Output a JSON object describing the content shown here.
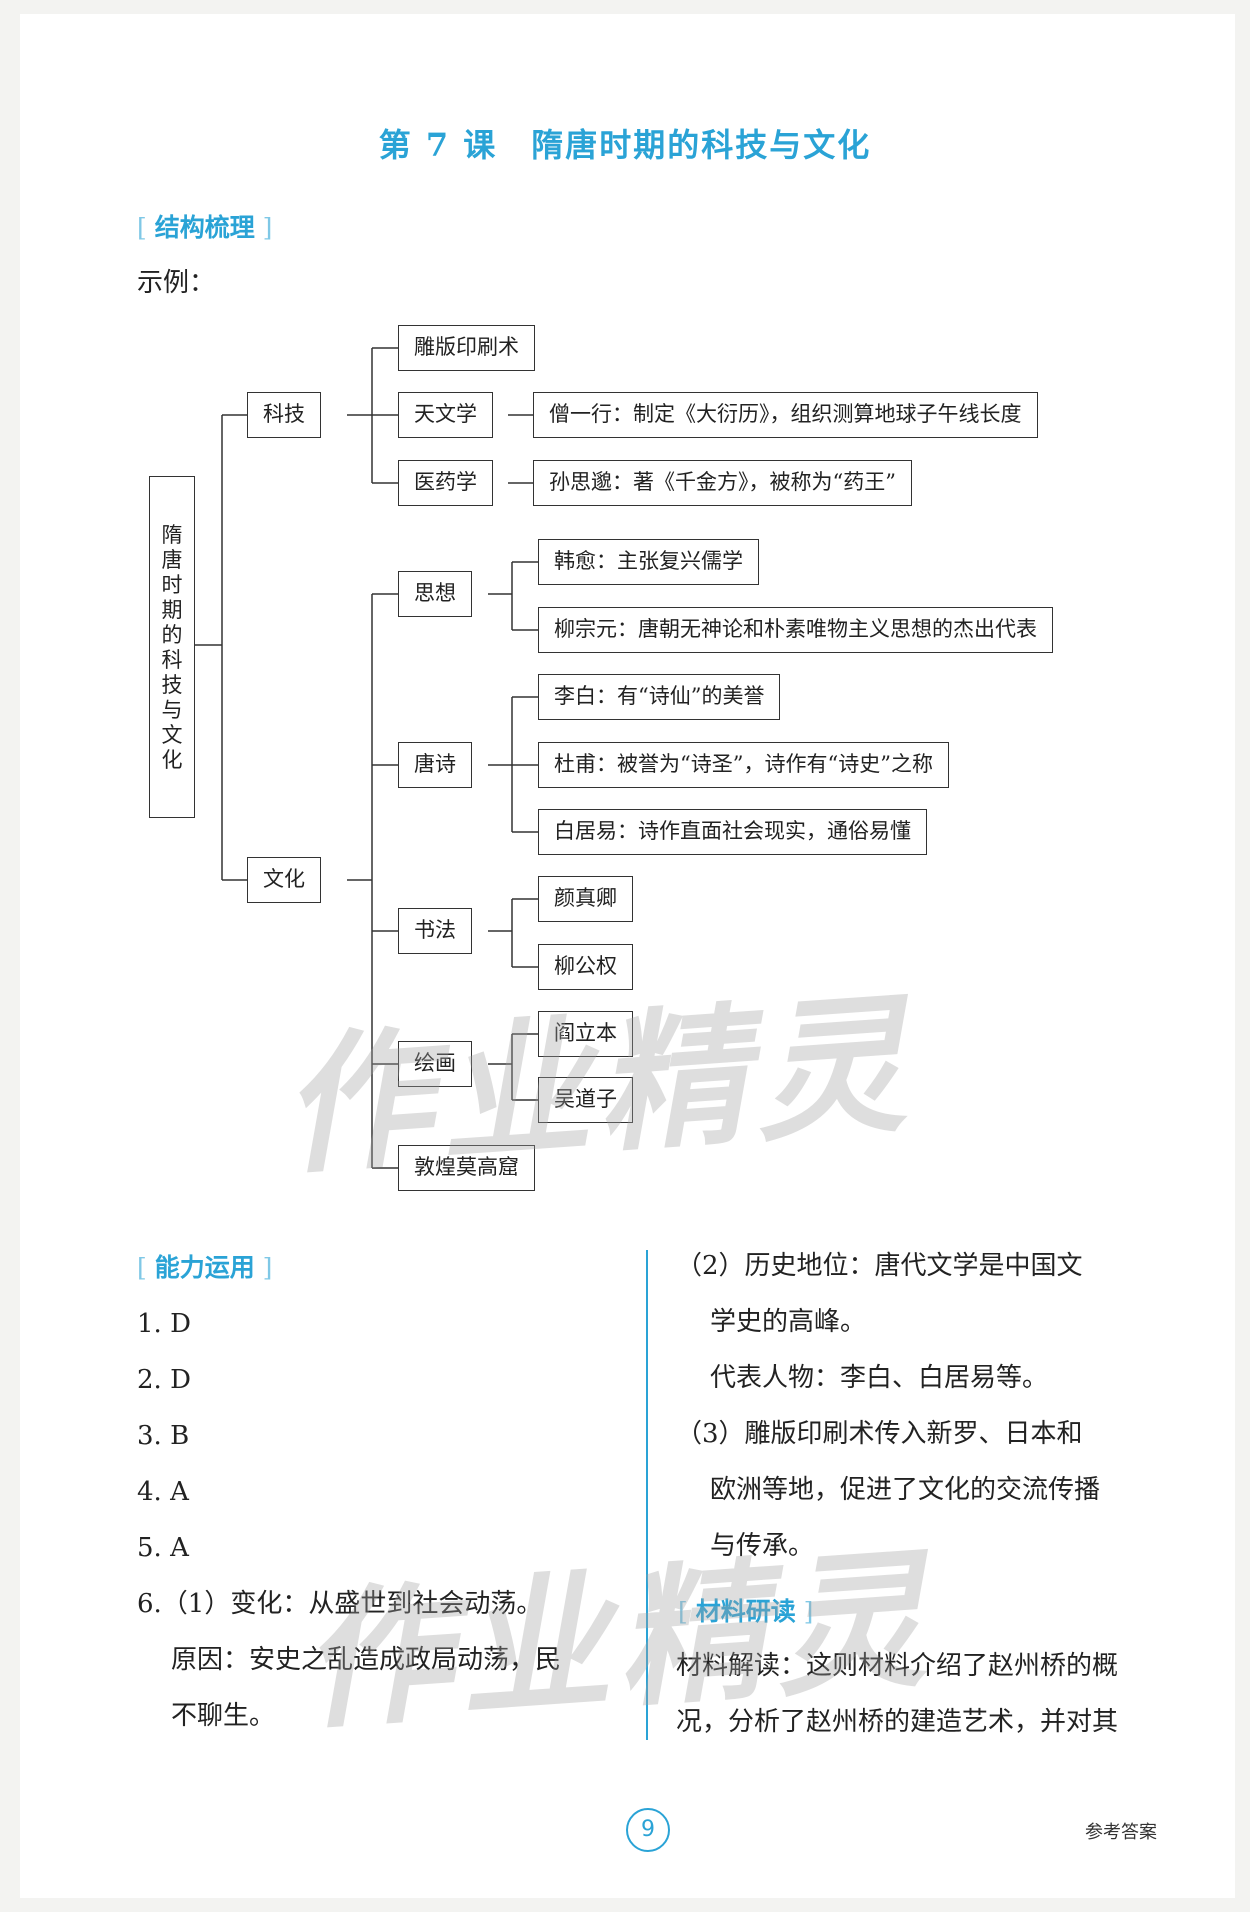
{
  "title": "第 7 课　隋唐时期的科技与文化",
  "sections": {
    "structure": "结构梳理",
    "ability": "能力运用",
    "material": "材料研读"
  },
  "example_label": "示例：",
  "mindmap": {
    "root": "隋唐时期的科技与文化",
    "keji": "科技",
    "wenhua": "文化",
    "diaoban": "雕版印刷术",
    "tianwen": "天文学",
    "tianwen_detail": "僧一行：制定《大衍历》，组织测算地球子午线长度",
    "yiyao": "医药学",
    "yiyao_detail": "孙思邈：著《千金方》，被称为“药王”",
    "sixiang": "思想",
    "hanyu": "韩愈：主张复兴儒学",
    "liuzongyuan": "柳宗元：唐朝无神论和朴素唯物主义思想的杰出代表",
    "tangshi": "唐诗",
    "libai": "李白：有“诗仙”的美誉",
    "dufu": "杜甫：被誉为“诗圣”，诗作有“诗史”之称",
    "baijuyi": "白居易：诗作直面社会现实，通俗易懂",
    "shufa": "书法",
    "yanzhenqing": "颜真卿",
    "liugongquan": "柳公权",
    "huihua": "绘画",
    "yanliben": "阎立本",
    "wudaozi": "吴道子",
    "dunhuang": "敦煌莫高窟"
  },
  "answers": [
    "1. D",
    "2. D",
    "3. B",
    "4. A",
    "5. A"
  ],
  "q6": {
    "line1": "6.（1）变化：从盛世到社会动荡。",
    "line2": "原因：安史之乱造成政局动荡，民",
    "line3": "不聊生。"
  },
  "right_col": {
    "l1": "（2）历史地位：唐代文学是中国文",
    "l2": "学史的高峰。",
    "l3": "代表人物：李白、白居易等。",
    "l4": "（3）雕版印刷术传入新罗、日本和",
    "l5": "欧洲等地，促进了文化的交流传播",
    "l6": "与传承。",
    "l7": "材料解读：这则材料介绍了赵州桥的概",
    "l8": "况，分析了赵州桥的建造艺术，并对其"
  },
  "page_number": "9",
  "footer": "参考答案",
  "watermark": "作业精灵"
}
